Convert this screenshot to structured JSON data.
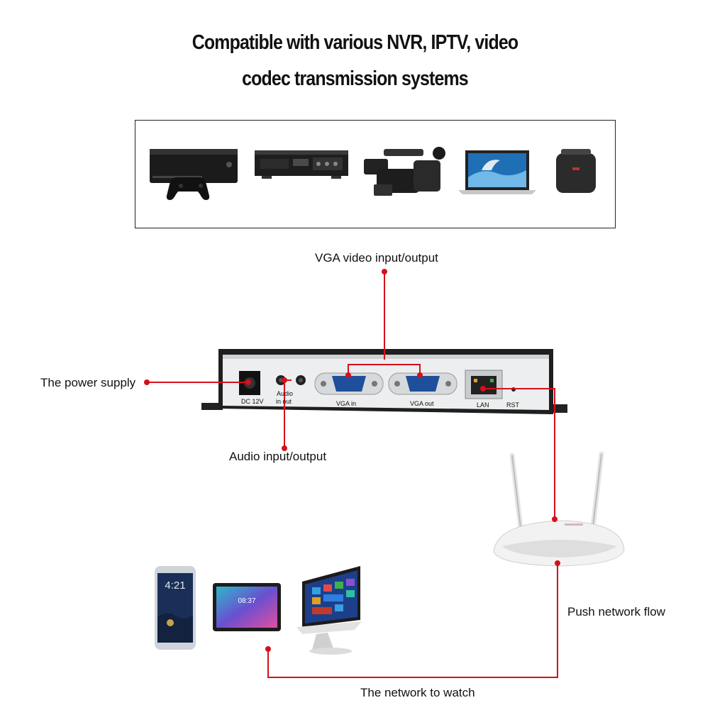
{
  "headline": {
    "line1": "Compatible with various  NVR, IPTV, video",
    "line2": "codec transmission systems"
  },
  "compatible_devices": [
    {
      "icon": "game-console-icon"
    },
    {
      "icon": "nvr-recorder-icon"
    },
    {
      "icon": "camcorder-icon"
    },
    {
      "icon": "laptop-icon"
    },
    {
      "icon": "set-top-box-icon"
    }
  ],
  "callouts": {
    "vga": "VGA video input/output",
    "power": "The power supply",
    "audio": "Audio input/output",
    "push": "Push network flow",
    "watch": "The network to watch"
  },
  "ports": {
    "dc": "DC 12V",
    "audio_top": "Audio",
    "audio_bottom": "in  out",
    "vga_in": "VGA  in",
    "vga_out": "VGA  out",
    "lan": "LAN",
    "rst": "RST"
  },
  "phone_time": "4:21",
  "tablet_time": "08:37",
  "colors": {
    "callout_line": "#d4111a",
    "device_body": "#e9eaec",
    "device_dark": "#222222"
  }
}
